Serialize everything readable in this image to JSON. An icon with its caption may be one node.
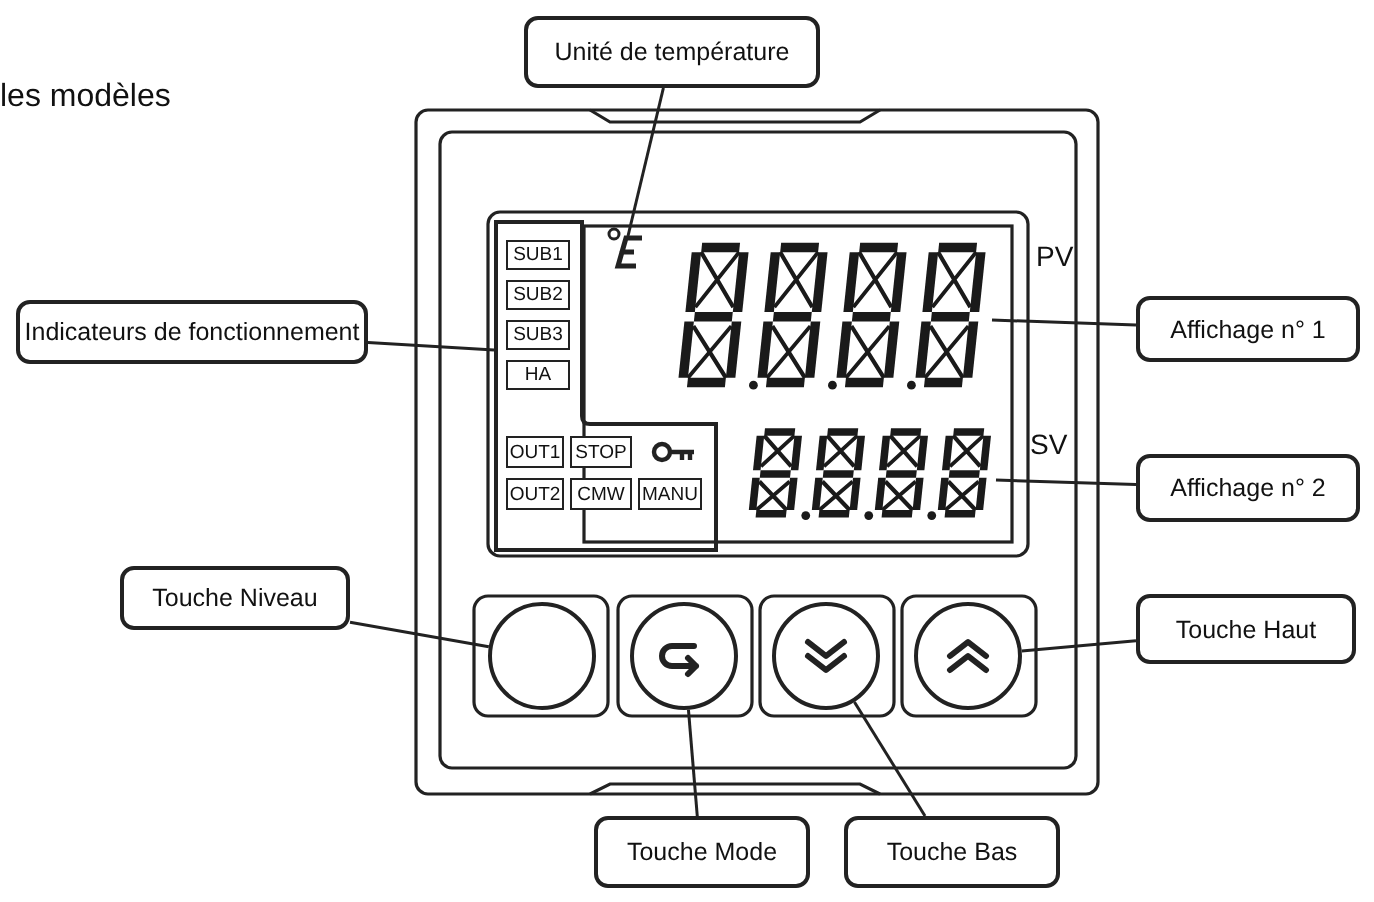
{
  "diagram": {
    "nodes": [
      {
        "text": [
          "Unité de température"
        ]
      },
      {
        "text": [
          "Indicateurs de fonctionnement"
        ]
      },
      {
        "text": [
          "Affichage n° 1"
        ]
      },
      {
        "text": [
          "Affichage n° 2"
        ]
      },
      {
        "text": [
          "Touche Niveau"
        ]
      },
      {
        "text": [
          "Touche Haut"
        ]
      },
      {
        "text": [
          "Touche Mode"
        ]
      },
      {
        "text": [
          "Touche Bas"
        ]
      },
      {
        "text": [],
        "shape": "box"
      },
      {
        "text": [
          "SUB1"
        ],
        "in": 8
      },
      {
        "text": [
          "SUB2"
        ],
        "in": 8
      },
      {
        "text": [
          "SUB3"
        ],
        "in": 8
      },
      {
        "text": [
          "HA"
        ],
        "in": 8
      },
      {
        "text": [
          "OUT1"
        ],
        "in": 8
      },
      {
        "text": [
          "STOP"
        ],
        "in": 8
      },
      {
        "text": [
          "OUT2"
        ],
        "in": 8
      },
      {
        "text": [
          "CMW"
        ],
        "in": 8
      },
      {
        "text": [
          "MANU"
        ],
        "in": 8
      },
      {
        "text": [],
        "shape": "box"
      },
      {
        "text": [],
        "shape": "box"
      },
      {
        "text": [],
        "shape": "circle"
      },
      {
        "text": [],
        "shape": "circle"
      },
      {
        "text": [],
        "shape": "circle"
      },
      {
        "text": [],
        "shape": "circle"
      }
    ],
    "edges": [
      {
        "from": 0,
        "to": null,
        "arrow": "none"
      },
      {
        "from": 1,
        "to": 8,
        "arrow": "none"
      },
      {
        "from": 2,
        "to": 18,
        "arrow": "none"
      },
      {
        "from": 3,
        "to": 19,
        "arrow": "none"
      },
      {
        "from": 4,
        "to": 20,
        "arrow": "none"
      },
      {
        "from": 5,
        "to": 23,
        "arrow": "none"
      },
      {
        "from": 6,
        "to": 21,
        "arrow": "none"
      },
      {
        "from": 7,
        "to": 22,
        "arrow": "none"
      }
    ],
    "labels": [
      "les modèles",
      "PV",
      "SV"
    ]
  }
}
